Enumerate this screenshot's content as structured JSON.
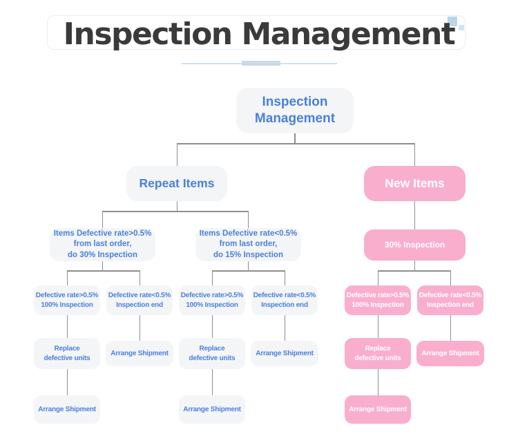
{
  "header": {
    "title": "Inspection Management"
  },
  "colors": {
    "title_text": "#3a3a3a",
    "node_blue_text": "#4a80d9",
    "node_gray_bg": "#f4f5f7",
    "node_pink_bg": "#f9aecd",
    "connector_line": "#8d8d8d",
    "underline_accent": "#c8dae6",
    "decor_square_big": "#b9d7e9",
    "decor_square_small": "#cfe4f0"
  },
  "tree": {
    "root": "Inspection Management",
    "branches": [
      {
        "label": "Repeat Items"
      },
      {
        "label": "New Items"
      }
    ],
    "level2": [
      {
        "label": "Items Defective rate>0.5%\nfrom last order,\ndo 30% Inspection"
      },
      {
        "label": "Items Defective rate<0.5%\nfrom last order,\ndo 15% Inspection"
      },
      {
        "label": "30% Inspection"
      }
    ],
    "level3": [
      {
        "label": "Defective rate>0.5%\n100% Inspection"
      },
      {
        "label": "Defective rate<0.5%\nInspection end"
      },
      {
        "label": "Defective rate>0.5%\n100% Inspection"
      },
      {
        "label": "Defective rate<0.5%\nInspection end"
      },
      {
        "label": "Defective rate>0.5%\n100% Inspection"
      },
      {
        "label": "Defective rate<0.5%\nInspection end"
      }
    ],
    "level4": [
      {
        "label": "Replace\ndefective units"
      },
      {
        "label": "Arrange Shipment"
      },
      {
        "label": "Replace\ndefective units"
      },
      {
        "label": "Arrange Shipment"
      },
      {
        "label": "Replace\ndefective units"
      },
      {
        "label": "Arrange Shipment"
      }
    ],
    "level5": [
      {
        "label": "Arrange Shipment"
      },
      {
        "label": "Arrange Shipment"
      },
      {
        "label": "Arrange Shipment"
      }
    ]
  }
}
